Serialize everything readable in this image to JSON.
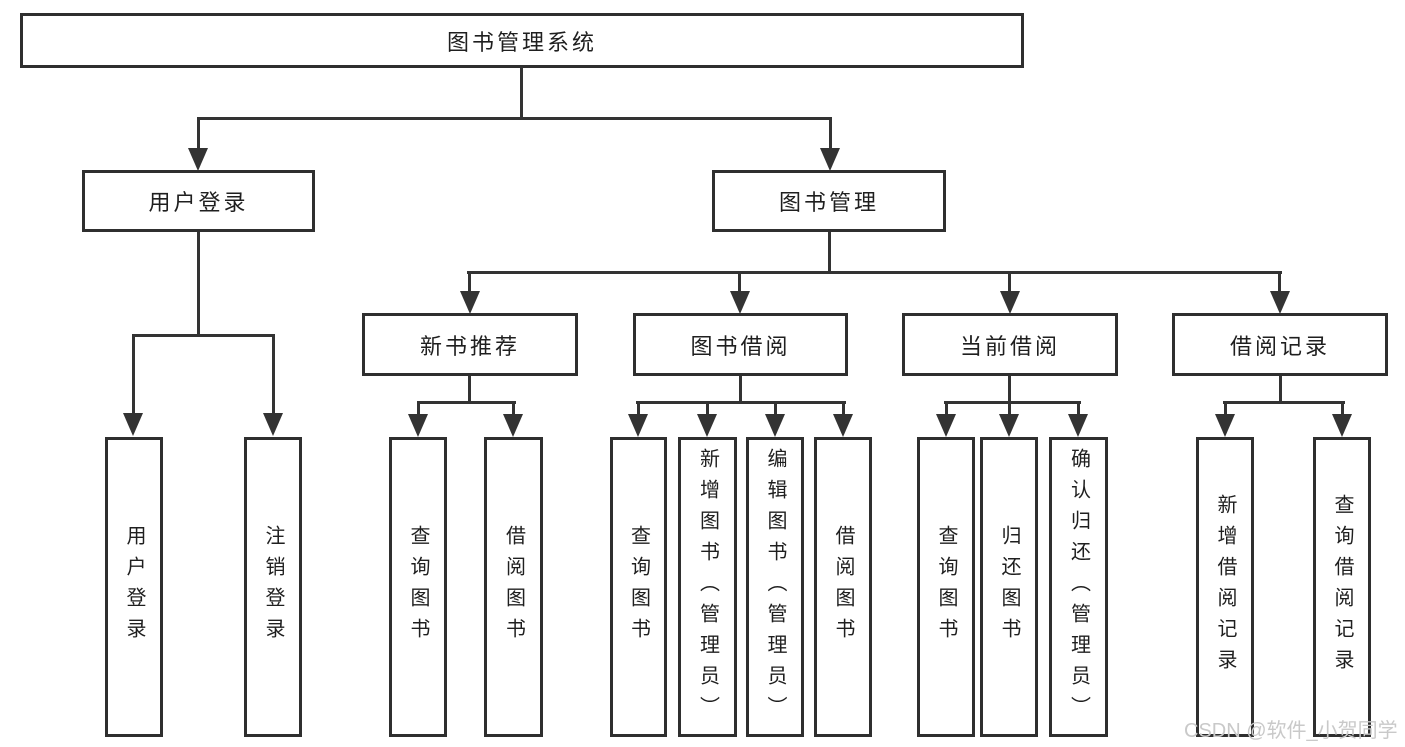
{
  "root_label": "图书管理系统",
  "level2": {
    "user_login": "用户登录",
    "book_management": "图书管理"
  },
  "level3": {
    "new_book_recommend": "新书推荐",
    "book_borrowing": "图书借阅",
    "current_borrowing": "当前借阅",
    "borrowing_records": "借阅记录"
  },
  "leaves": {
    "user_login": [
      "用户登录",
      "注销登录"
    ],
    "new_book_recommend": [
      "查询图书",
      "借阅图书"
    ],
    "book_borrowing": [
      "查询图书",
      "新增图书（管理员）",
      "编辑图书（管理员）",
      "借阅图书"
    ],
    "current_borrowing": [
      "查询图书",
      "归还图书",
      "确认归还（管理员）"
    ],
    "borrowing_records": [
      "新增借阅记录",
      "查询借阅记录"
    ]
  },
  "watermark": "CSDN @软件_小贺同学",
  "colors": {
    "line": "#333333",
    "box_border": "#2f2f2f",
    "text": "#1f1f1f",
    "watermark": "#c9c9c9",
    "background": "#ffffff"
  }
}
